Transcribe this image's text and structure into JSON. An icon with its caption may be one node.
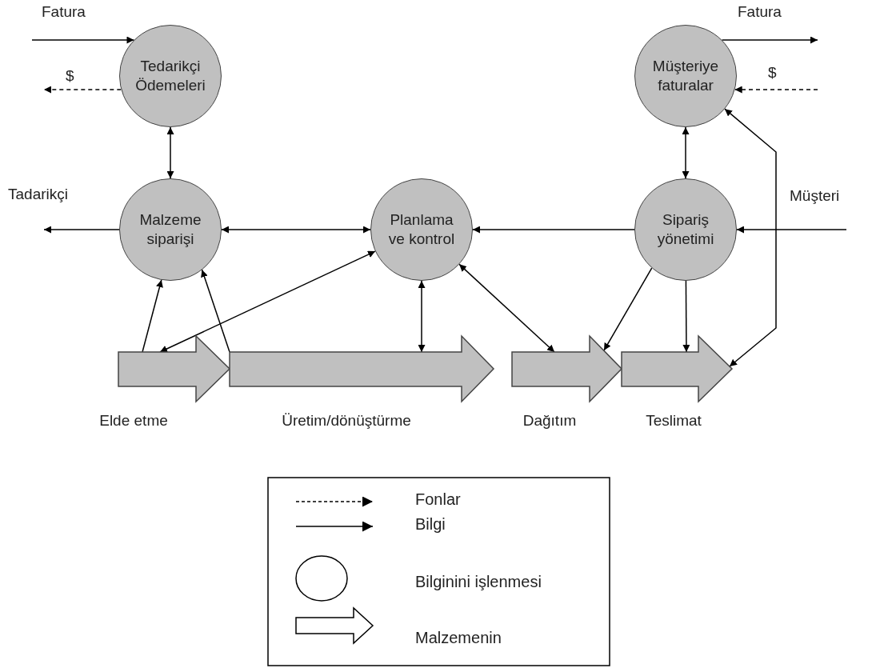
{
  "diagram": {
    "nodes": [
      {
        "text": [
          "Tedarikçi Ödemeleri"
        ]
      },
      {
        "text": [
          "Müşteriye faturalar"
        ]
      },
      {
        "text": [
          "Malzeme siparişi"
        ]
      },
      {
        "text": [
          "Planlama ve kontrol"
        ]
      },
      {
        "text": [
          "Sipariş yönetimi"
        ]
      },
      {
        "text": [
          "Elde etme"
        ]
      },
      {
        "text": [
          "Üretim/dönüştürme"
        ]
      },
      {
        "text": [
          "Dağıtım"
        ]
      },
      {
        "text": [
          "Teslimat"
        ]
      }
    ],
    "edges": [
      {
        "from": null,
        "to": 0,
        "arrow": "to",
        "label": "Fatura"
      },
      {
        "from": 0,
        "to": null,
        "arrow": "to",
        "label": "$",
        "style": "dashed"
      },
      {
        "from": 1,
        "to": null,
        "arrow": "to",
        "label": "Fatura"
      },
      {
        "from": null,
        "to": 1,
        "arrow": "to",
        "label": "$",
        "style": "dashed"
      },
      {
        "from": 2,
        "to": null,
        "arrow": "to",
        "label": "Tadarikçi"
      },
      {
        "from": null,
        "to": 4,
        "arrow": "to",
        "label": "Müşteri"
      },
      {
        "from": 0,
        "to": 2,
        "arrow": "both"
      },
      {
        "from": 2,
        "to": 3,
        "arrow": "both"
      },
      {
        "from": 4,
        "to": 3,
        "arrow": "to"
      },
      {
        "from": 1,
        "to": 4,
        "arrow": "both"
      },
      {
        "from": 5,
        "to": 2,
        "arrow": "to"
      },
      {
        "from": 6,
        "to": 2,
        "arrow": "to"
      },
      {
        "from": 3,
        "to": 5,
        "arrow": "both"
      },
      {
        "from": 3,
        "to": 6,
        "arrow": "both"
      },
      {
        "from": 3,
        "to": 7,
        "arrow": "both"
      },
      {
        "from": 4,
        "to": 7,
        "arrow": "to"
      },
      {
        "from": 4,
        "to": 8,
        "arrow": "to"
      },
      {
        "from": 1,
        "to": 8,
        "arrow": "both"
      }
    ],
    "legend": [
      {
        "text": "Fonlar"
      },
      {
        "text": "Bilgi"
      },
      {
        "text": "Bilginini işlenmesi"
      },
      {
        "text": "Malzemenin"
      }
    ]
  }
}
